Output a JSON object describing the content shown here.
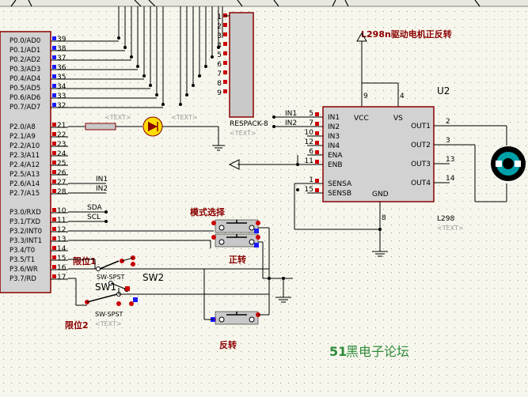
{
  "title_label": "L298n驱动电机正反转",
  "u2": {
    "ref": "U2",
    "part": "L298",
    "text_placeholder": "<TEXT>",
    "left_pins": [
      {
        "num": "5",
        "name": "IN1"
      },
      {
        "num": "7",
        "name": "IN2"
      },
      {
        "num": "10",
        "name": "IN3"
      },
      {
        "num": "12",
        "name": "IN4"
      },
      {
        "num": "6",
        "name": "ENA"
      },
      {
        "num": "11",
        "name": "ENB"
      },
      {
        "num": "1",
        "name": "SENSA"
      },
      {
        "num": "15",
        "name": "SENSB"
      }
    ],
    "right_pins": [
      {
        "num": "2",
        "name": "OUT1"
      },
      {
        "num": "3",
        "name": "OUT2"
      },
      {
        "num": "13",
        "name": "OUT3"
      },
      {
        "num": "14",
        "name": "OUT4"
      }
    ],
    "top_pins": [
      {
        "num": "9",
        "name": "VCC"
      },
      {
        "num": "4",
        "name": "VS"
      }
    ],
    "bottom_pin": {
      "num": "8",
      "name": "GND"
    }
  },
  "mcu": {
    "port0": [
      {
        "num": "39",
        "name": "P0.0/AD0"
      },
      {
        "num": "38",
        "name": "P0.1/AD1"
      },
      {
        "num": "37",
        "name": "P0.2/AD2"
      },
      {
        "num": "36",
        "name": "P0.3/AD3"
      },
      {
        "num": "35",
        "name": "P0.4/AD4"
      },
      {
        "num": "34",
        "name": "P0.5/AD5"
      },
      {
        "num": "33",
        "name": "P0.6/AD6"
      },
      {
        "num": "32",
        "name": "P0.7/AD7"
      }
    ],
    "port2": [
      {
        "num": "21",
        "name": "P2.0/A8"
      },
      {
        "num": "22",
        "name": "P2.1/A9"
      },
      {
        "num": "23",
        "name": "P2.2/A10"
      },
      {
        "num": "24",
        "name": "P2.3/A11"
      },
      {
        "num": "25",
        "name": "P2.4/A12"
      },
      {
        "num": "26",
        "name": "P2.5/A13"
      },
      {
        "num": "27",
        "name": "P2.6/A14"
      },
      {
        "num": "28",
        "name": "P2.7/A15"
      }
    ],
    "port3": [
      {
        "num": "10",
        "name": "P3.0/RXD"
      },
      {
        "num": "11",
        "name": "P3.1/TXD"
      },
      {
        "num": "12",
        "name": "P3.2/INT0"
      },
      {
        "num": "13",
        "name": "P3.3/INT1"
      },
      {
        "num": "14",
        "name": "P3.4/T0"
      },
      {
        "num": "15",
        "name": "P3.5/T1"
      },
      {
        "num": "16",
        "name": "P3.6/WR"
      },
      {
        "num": "17",
        "name": "P3.7/RD"
      }
    ]
  },
  "respack": {
    "name": "RESPACK-8",
    "text_placeholder": "<TEXT>",
    "pins": [
      "1",
      "2",
      "3",
      "4",
      "5",
      "6",
      "7",
      "8",
      "9"
    ]
  },
  "net_labels": {
    "in1": "IN1",
    "in2": "IN2",
    "sda": "SDA",
    "scl": "SCL"
  },
  "resistor_text": "<TEXT>",
  "led_text": "<TEXT>",
  "switches": {
    "sw1_type": "SW-SPST",
    "sw1_ref": "SW1",
    "sw1_text": "<TEXT>",
    "sw2_type": "SW-SPST",
    "sw2_ref": "SW2"
  },
  "labels": {
    "mode_select": "模式选择",
    "forward": "正转",
    "reverse": "反转",
    "limit1": "限位1",
    "limit2": "限位2"
  },
  "watermark": {
    "num": "51",
    "text": "黑电子论坛"
  },
  "colors": {
    "wire": "#000000",
    "label_red": "#8b0000",
    "body_fill": "#c8c8c8",
    "pin_red": "#cc0000",
    "pin_blue": "#1a1aff",
    "motor": "#00a0a8",
    "led": "#ffdd00",
    "watermark": "#2e8b3a"
  }
}
